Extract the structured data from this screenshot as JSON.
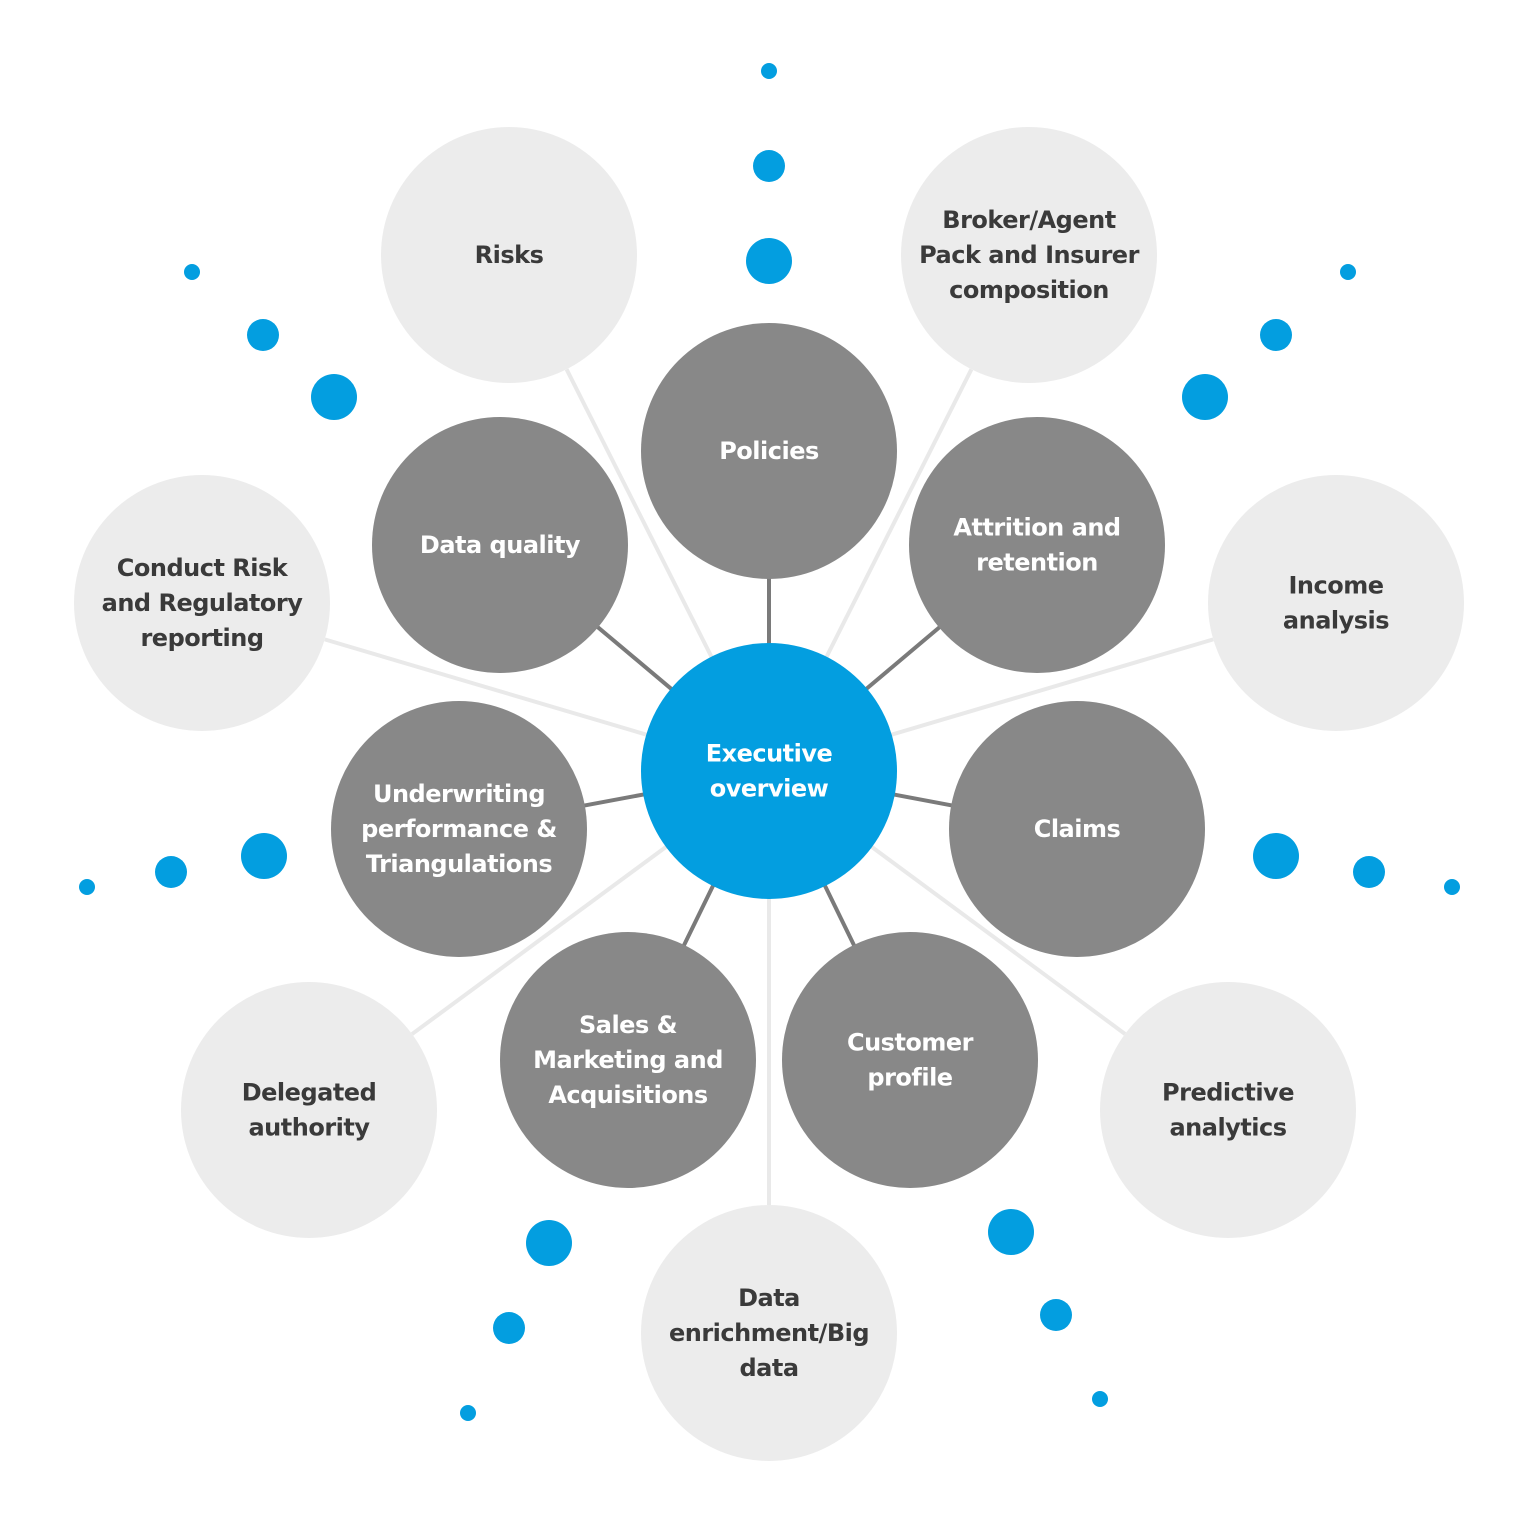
{
  "colors": {
    "background": "#ffffff",
    "center_fill": "#039ee0",
    "inner_fill": "#888888",
    "outer_fill": "#ececec",
    "inner_connector": "#7a7a7a",
    "outer_connector": "#e9e9e9",
    "dot_fill": "#039ee0",
    "outer_text": "#3a3a3a",
    "inner_text": "#ffffff"
  },
  "center": {
    "label": [
      "Executive",
      "overview"
    ]
  },
  "inner_nodes": [
    {
      "id": "policies",
      "label": [
        "Policies"
      ]
    },
    {
      "id": "attrition-and-retention",
      "label": [
        "Attrition and",
        "retention"
      ]
    },
    {
      "id": "claims",
      "label": [
        "Claims"
      ]
    },
    {
      "id": "customer-profile",
      "label": [
        "Customer",
        "profile"
      ]
    },
    {
      "id": "sales-marketing-acquisitions",
      "label": [
        "Sales &",
        "Marketing and",
        "Acquisitions"
      ]
    },
    {
      "id": "underwriting-performance",
      "label": [
        "Underwriting",
        "performance &",
        "Triangulations"
      ]
    },
    {
      "id": "data-quality",
      "label": [
        "Data quality"
      ]
    }
  ],
  "outer_nodes": [
    {
      "id": "risks",
      "label": [
        "Risks"
      ]
    },
    {
      "id": "broker-agent-pack",
      "label": [
        "Broker/Agent",
        "Pack and Insurer",
        "composition"
      ]
    },
    {
      "id": "income-analysis",
      "label": [
        "Income",
        "analysis"
      ]
    },
    {
      "id": "predictive-analytics",
      "label": [
        "Predictive",
        "analytics"
      ]
    },
    {
      "id": "data-enrichment",
      "label": [
        "Data",
        "enrichment/Big",
        "data"
      ]
    },
    {
      "id": "delegated-authority",
      "label": [
        "Delegated",
        "authority"
      ]
    },
    {
      "id": "conduct-risk",
      "label": [
        "Conduct Risk",
        "and Regulatory",
        "reporting"
      ]
    }
  ]
}
